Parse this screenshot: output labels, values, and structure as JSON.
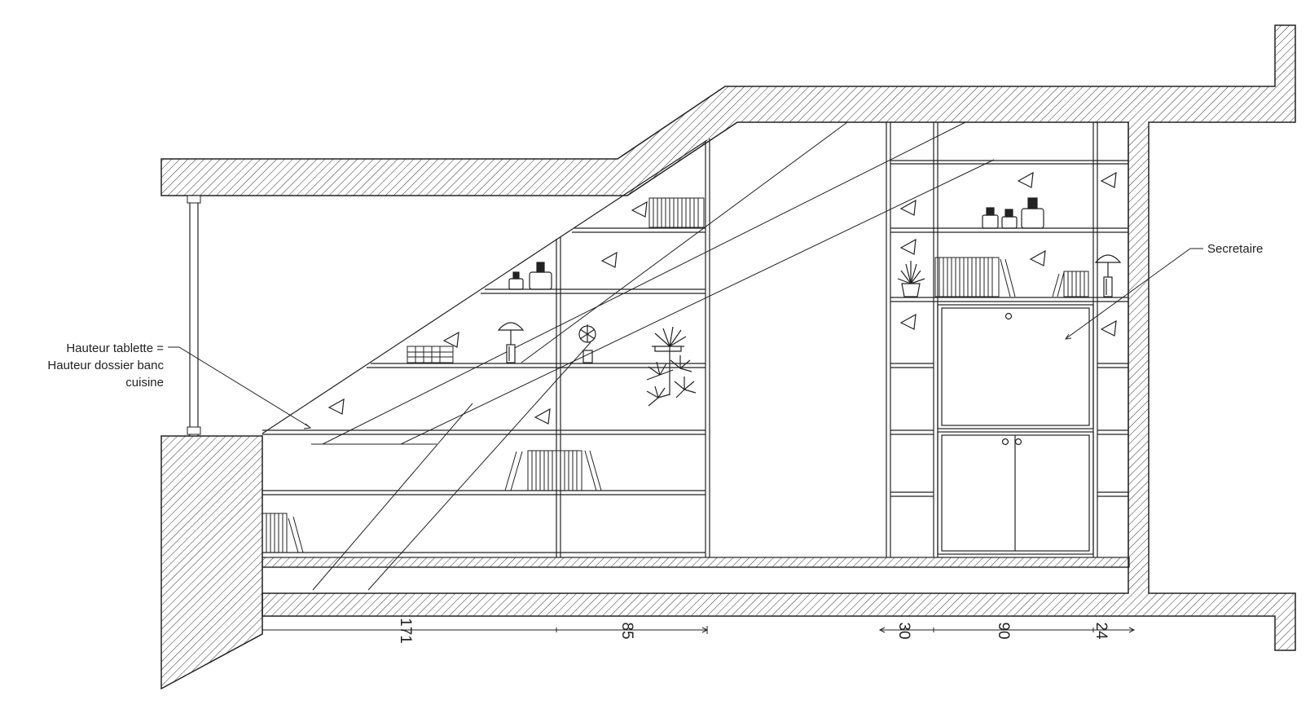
{
  "annotations": {
    "left_label_line1": "Hauteur tablette =",
    "left_label_line2": "Hauteur dossier banc",
    "left_label_line3": "cuisine",
    "right_label": "Secretaire"
  },
  "dimensions": {
    "d1": "171",
    "d2": "85",
    "d3": "30",
    "d4": "90",
    "d5": "24"
  }
}
